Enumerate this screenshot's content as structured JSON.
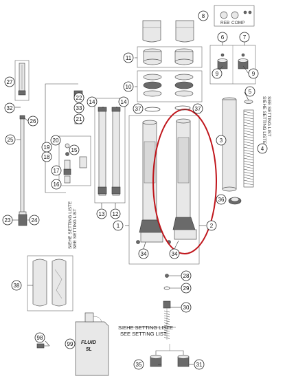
{
  "callouts": [
    {
      "id": "c8",
      "text": "8"
    },
    {
      "id": "c11",
      "text": "11"
    },
    {
      "id": "c6",
      "text": "6"
    },
    {
      "id": "c7",
      "text": "7"
    },
    {
      "id": "c9a",
      "text": "9"
    },
    {
      "id": "c9b",
      "text": "9"
    },
    {
      "id": "c10",
      "text": "10"
    },
    {
      "id": "c5",
      "text": "5"
    },
    {
      "id": "c27",
      "text": "27"
    },
    {
      "id": "c22",
      "text": "22"
    },
    {
      "id": "c14a",
      "text": "14"
    },
    {
      "id": "c14b",
      "text": "14"
    },
    {
      "id": "c37a",
      "text": "37"
    },
    {
      "id": "c37b",
      "text": "37"
    },
    {
      "id": "c33",
      "text": "33"
    },
    {
      "id": "c32",
      "text": "32"
    },
    {
      "id": "c21",
      "text": "21"
    },
    {
      "id": "c26",
      "text": "26"
    },
    {
      "id": "c3",
      "text": "3"
    },
    {
      "id": "c4",
      "text": "4"
    },
    {
      "id": "c20",
      "text": "20"
    },
    {
      "id": "c25",
      "text": "25"
    },
    {
      "id": "c19",
      "text": "19"
    },
    {
      "id": "c18",
      "text": "18"
    },
    {
      "id": "c15",
      "text": "15"
    },
    {
      "id": "c17",
      "text": "17"
    },
    {
      "id": "c16",
      "text": "16"
    },
    {
      "id": "c36",
      "text": "36"
    },
    {
      "id": "c23",
      "text": "23"
    },
    {
      "id": "c24",
      "text": "24"
    },
    {
      "id": "c13",
      "text": "13"
    },
    {
      "id": "c12",
      "text": "12"
    },
    {
      "id": "c1",
      "text": "1"
    },
    {
      "id": "c2",
      "text": "2"
    },
    {
      "id": "c34a",
      "text": "34"
    },
    {
      "id": "c34b",
      "text": "34"
    },
    {
      "id": "c38",
      "text": "38"
    },
    {
      "id": "c28",
      "text": "28"
    },
    {
      "id": "c29",
      "text": "29"
    },
    {
      "id": "c30",
      "text": "30"
    },
    {
      "id": "c98",
      "text": "98"
    },
    {
      "id": "c99",
      "text": "99"
    },
    {
      "id": "c35",
      "text": "35"
    },
    {
      "id": "c31",
      "text": "31"
    }
  ],
  "labels": {
    "setting_list_a": "SIEHE SETTING LISTE",
    "setting_list_b": "SEE SETTING LIST",
    "setting_list_c": "SIEHE SETTING LISTE",
    "setting_list_d": "SEE SETTING LIST",
    "setting_list_e": "SIEHE SETTING LISTE",
    "setting_list_f": "SEE SETTING LIST",
    "can_text_1": "FLUID",
    "can_text_2": "5L",
    "knob_label_1": "REB",
    "knob_label_2": "COMP"
  },
  "colors": {
    "highlight": "#c0161c",
    "ink": "#222222"
  }
}
